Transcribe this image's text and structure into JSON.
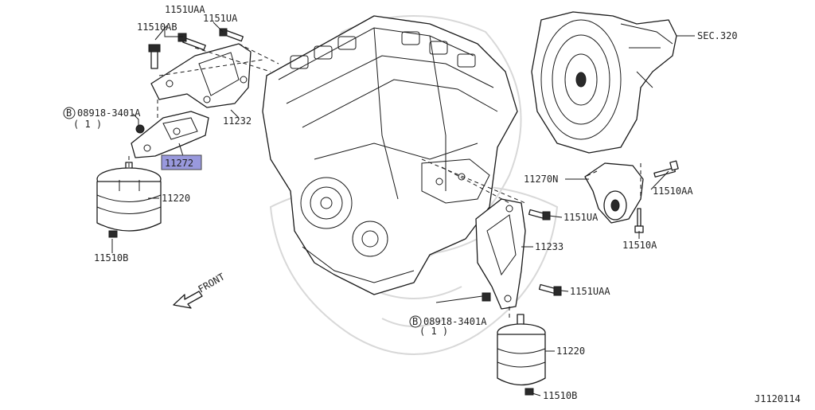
{
  "labels": {
    "bolt_11510AB": "11510AB",
    "bolt_1151UAA_top": "1151UAA",
    "bolt_1151UA_top": "1151UA",
    "nut_08918_left": "08918-3401A",
    "nut_08918_left_qty": "( 1 )",
    "nut_08918_left_prefix": "B",
    "bracket_11232": "11232",
    "bracket_11272": "11272",
    "insulator_11220_left": "11220",
    "nut_11510B_left": "11510B",
    "front": "FRONT",
    "sec_320": "SEC.320",
    "mount_11270N": "11270N",
    "bolt_11510AA": "11510AA",
    "bolt_11510A": "11510A",
    "bolt_1151UA_mid": "1151UA",
    "bracket_11233": "11233",
    "bolt_1151UAA_mid": "1151UAA",
    "nut_08918_right": "08918-3401A",
    "nut_08918_right_qty": "( 1 )",
    "nut_08918_right_prefix": "B",
    "insulator_11220_right": "11220",
    "nut_11510B_right": "11510B",
    "diagram_id": "J1120114"
  },
  "highlight_color": "#9999dd"
}
